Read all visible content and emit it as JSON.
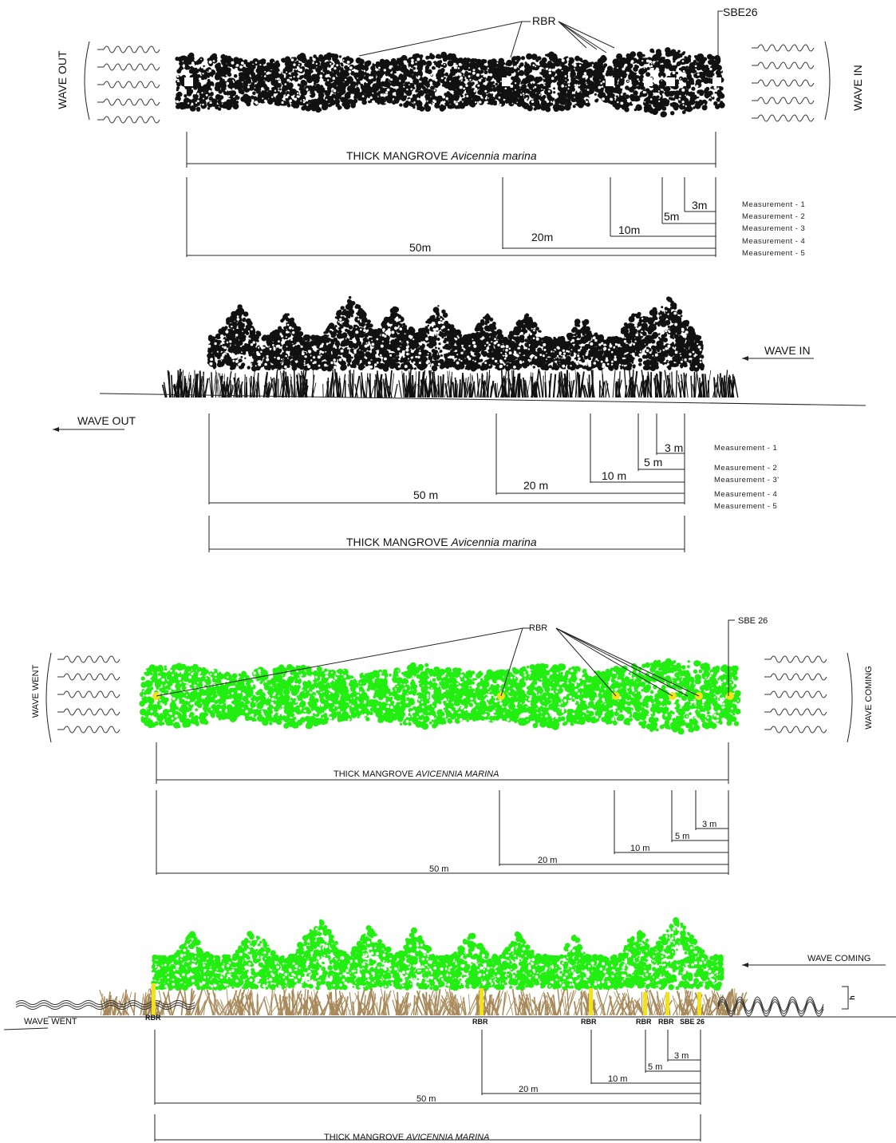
{
  "colors": {
    "canopy_black": "#111111",
    "canopy_green": "#22ee11",
    "instrument_yellow": "#f2e21a",
    "root_brown": "#a88a5a",
    "line": "#222222"
  },
  "panel1": {
    "rbr": "RBR",
    "sbe": "SBE26",
    "wave_left": "WAVE OUT",
    "wave_right": "WAVE IN",
    "species_plain": "THICK MANGROVE ",
    "species_italic": "Avicennia marina",
    "d3": "3m",
    "d5": "5m",
    "d10": "10m",
    "d20": "20m",
    "d50": "50m",
    "measurements": [
      "Measurement - 1",
      "Measurement - 2",
      "Measurement - 3",
      "Measurement - 4",
      "Measurement - 5"
    ]
  },
  "panel2": {
    "wave_in": "WAVE IN",
    "wave_out": "WAVE OUT",
    "d3": "3 m",
    "d5": "5 m",
    "d10": "10 m",
    "d20": "20 m",
    "d50": "50 m",
    "measurements": [
      "Measurement - 1",
      "Measurement - 2",
      "Measurement - 3'",
      "Measurement - 4",
      "Measurement - 5"
    ],
    "species_plain": "THICK MANGROVE ",
    "species_italic": "Avicennia marina"
  },
  "panel3": {
    "rbr": "RBR",
    "sbe": "SBE 26",
    "wave_left": "WAVE WENT",
    "wave_right": "WAVE COMING",
    "species_plain": "THICK MANGROVE ",
    "species_italic": "AVICENNIA MARINA",
    "d3": "3 m",
    "d5": "5 m",
    "d10": "10 m",
    "d20": "20 m",
    "d50": "50 m"
  },
  "panel4": {
    "wave_coming": "WAVE COMING",
    "wave_went": "WAVE WENT",
    "instruments": [
      "RBR",
      "RBR",
      "RBR",
      "RBR",
      "RBR",
      "SBE 26"
    ],
    "depth_label": "h",
    "d3": "3 m",
    "d5": "5 m",
    "d10": "10 m",
    "d20": "20 m",
    "d50": "50 m",
    "species_plain": "THICK MANGROVE ",
    "species_italic": "AVICENNIA MARINA"
  }
}
